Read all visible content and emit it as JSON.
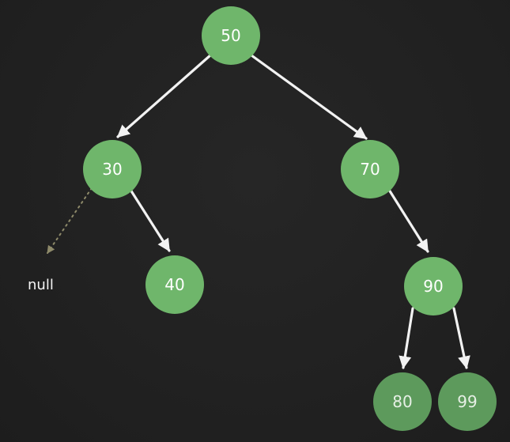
{
  "tree": {
    "nodes": {
      "n50": "50",
      "n30": "30",
      "n70": "70",
      "n40": "40",
      "n90": "90",
      "n80": "80",
      "n99": "99"
    },
    "null_label": "null"
  },
  "colors": {
    "background": "#232323",
    "node_fill": "#6fb66b",
    "edge": "#f2f2f2",
    "null_edge": "#8e8a6a"
  }
}
